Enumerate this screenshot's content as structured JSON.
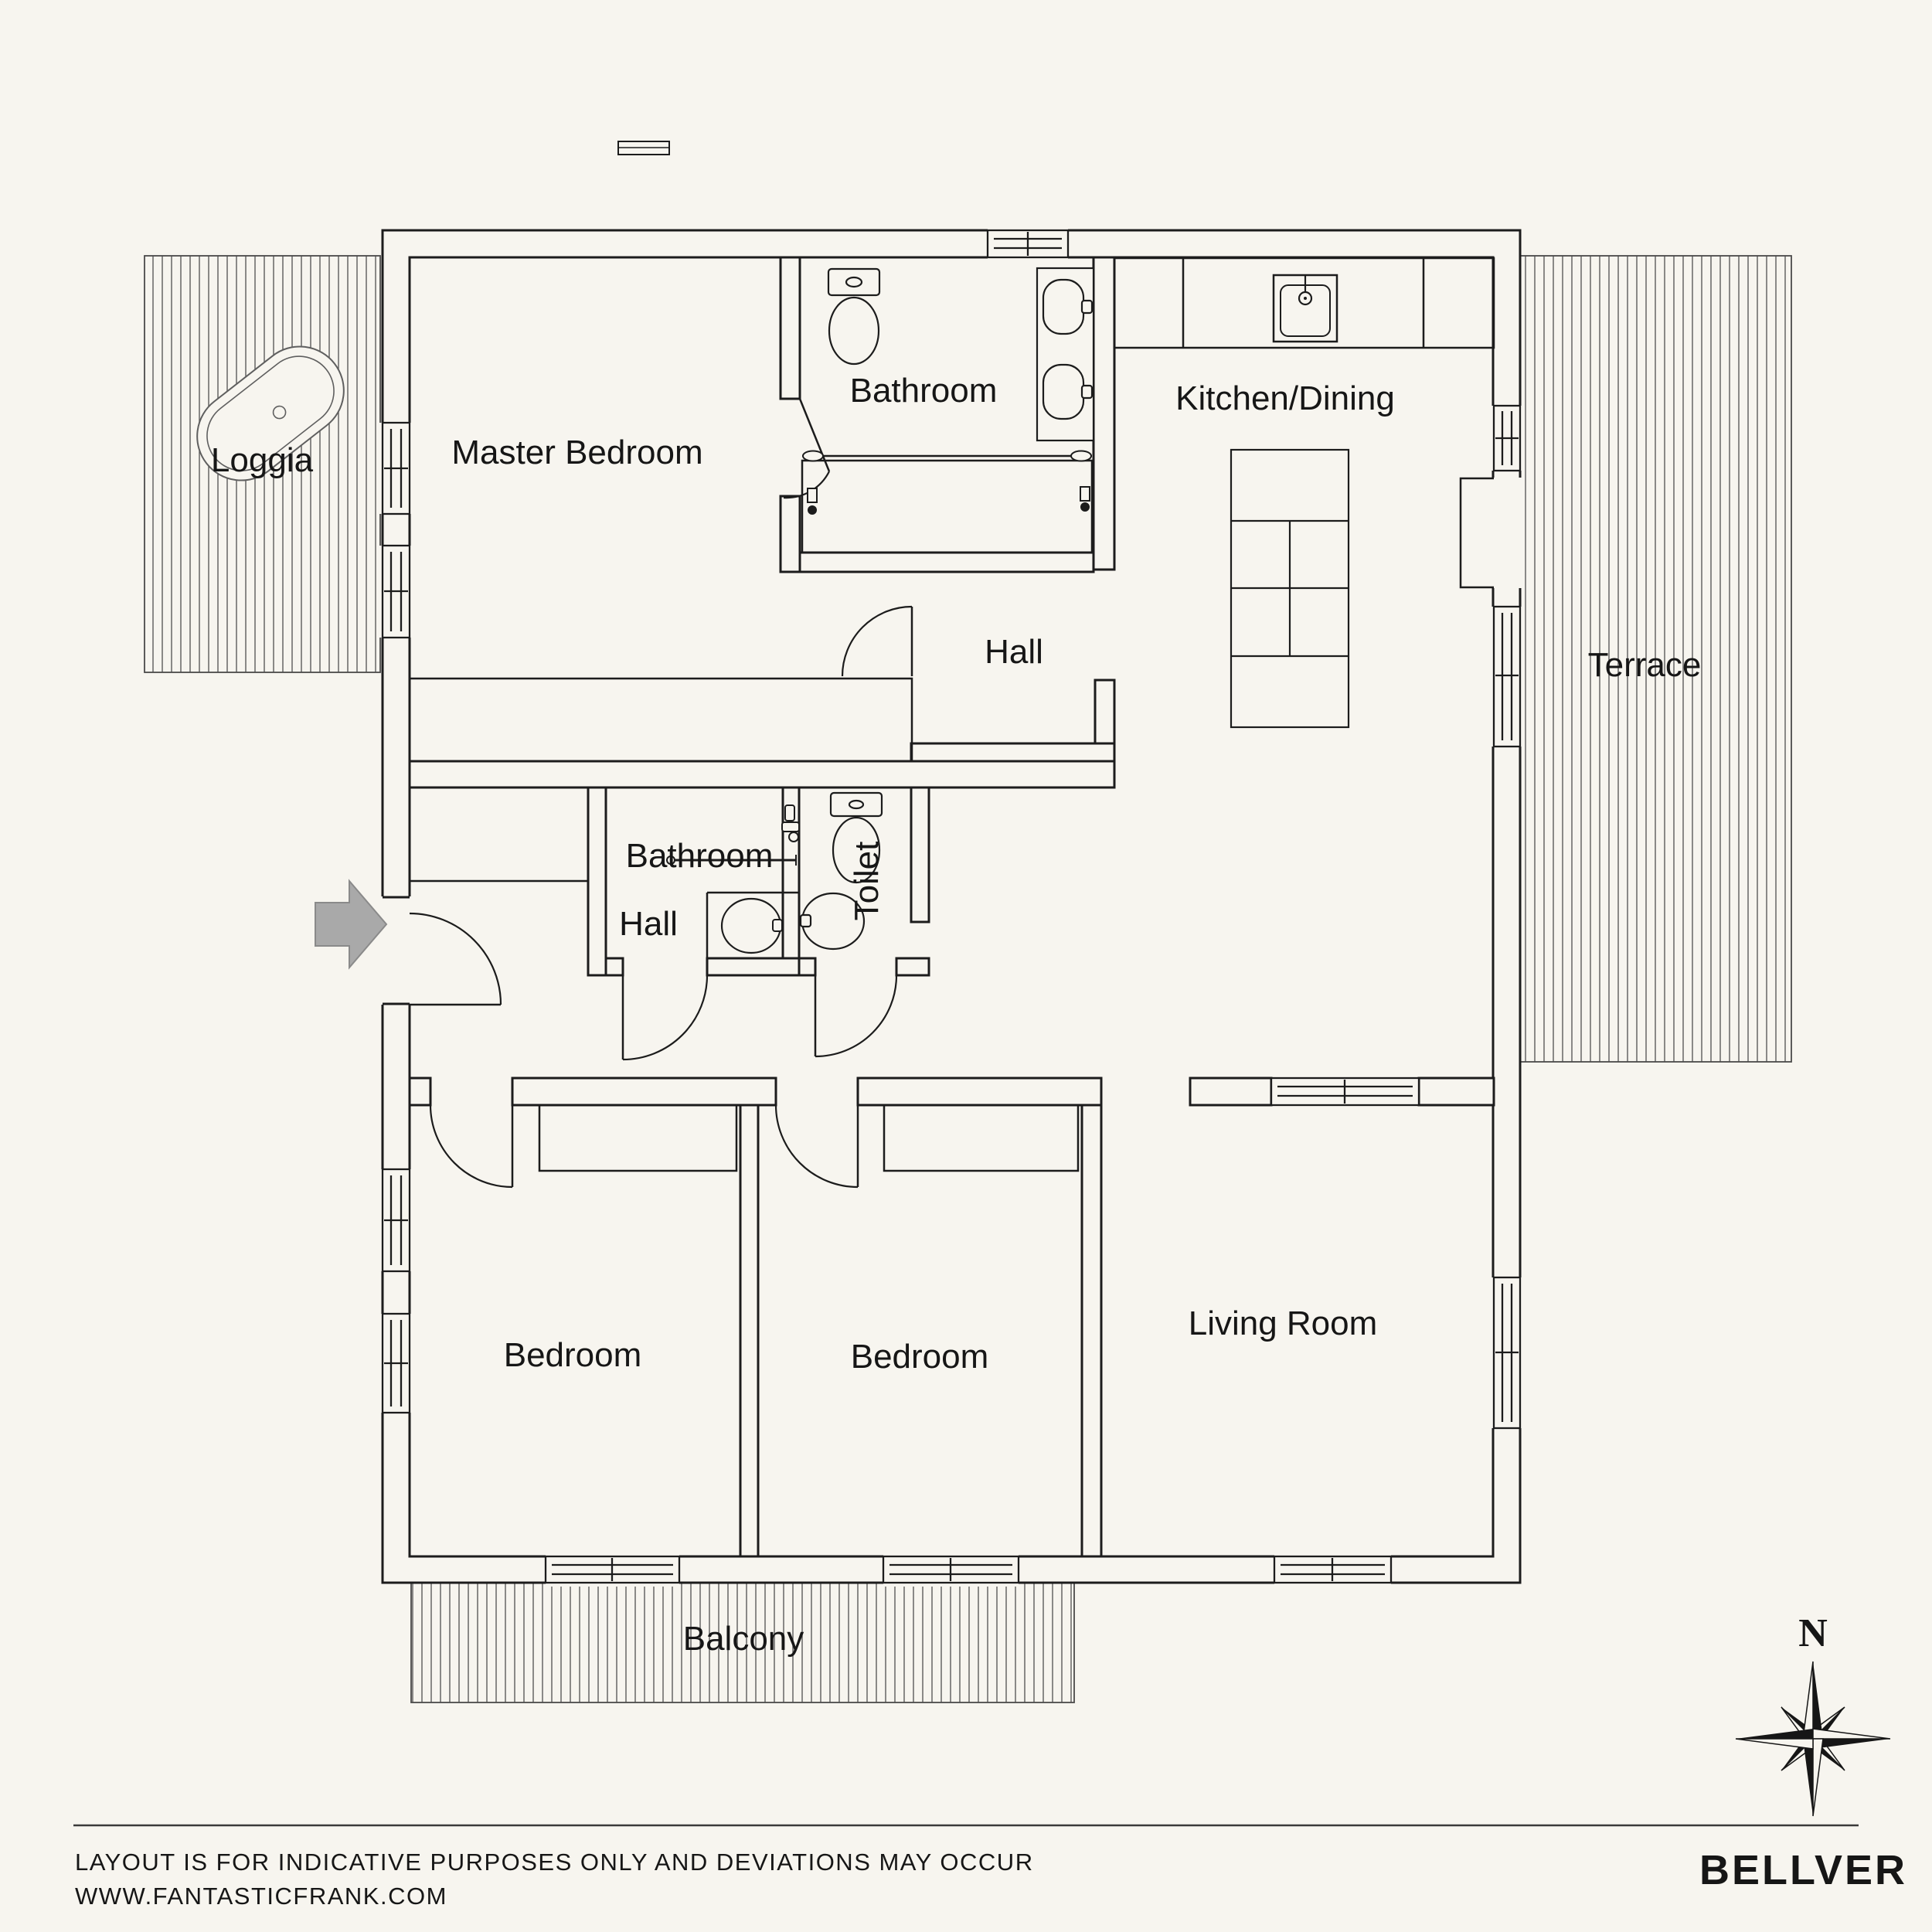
{
  "page": {
    "background_color": "#f7f5ef",
    "line_color": "#1c1c1c",
    "hatch_color": "#5a5a5a",
    "entry_arrow_color": "#a9a9a9"
  },
  "rooms": {
    "loggia": "Loggia",
    "master_bedroom": "Master Bedroom",
    "bathroom_top": "Bathroom",
    "kitchen_dining": "Kitchen/Dining",
    "hall_upper": "Hall",
    "terrace": "Terrace",
    "bathroom_lower": "Bathroom",
    "toilet": "Toilet",
    "hall_lower": "Hall",
    "bedroom_left": "Bedroom",
    "bedroom_middle": "Bedroom",
    "living_room": "Living Room",
    "balcony": "Balcony"
  },
  "compass": {
    "north_label": "N"
  },
  "footer": {
    "disclaimer": "LAYOUT IS FOR INDICATIVE PURPOSES ONLY AND DEVIATIONS MAY OCCUR",
    "website": "WWW.FANTASTICFRANK.COM",
    "brand": "BELLVER"
  }
}
